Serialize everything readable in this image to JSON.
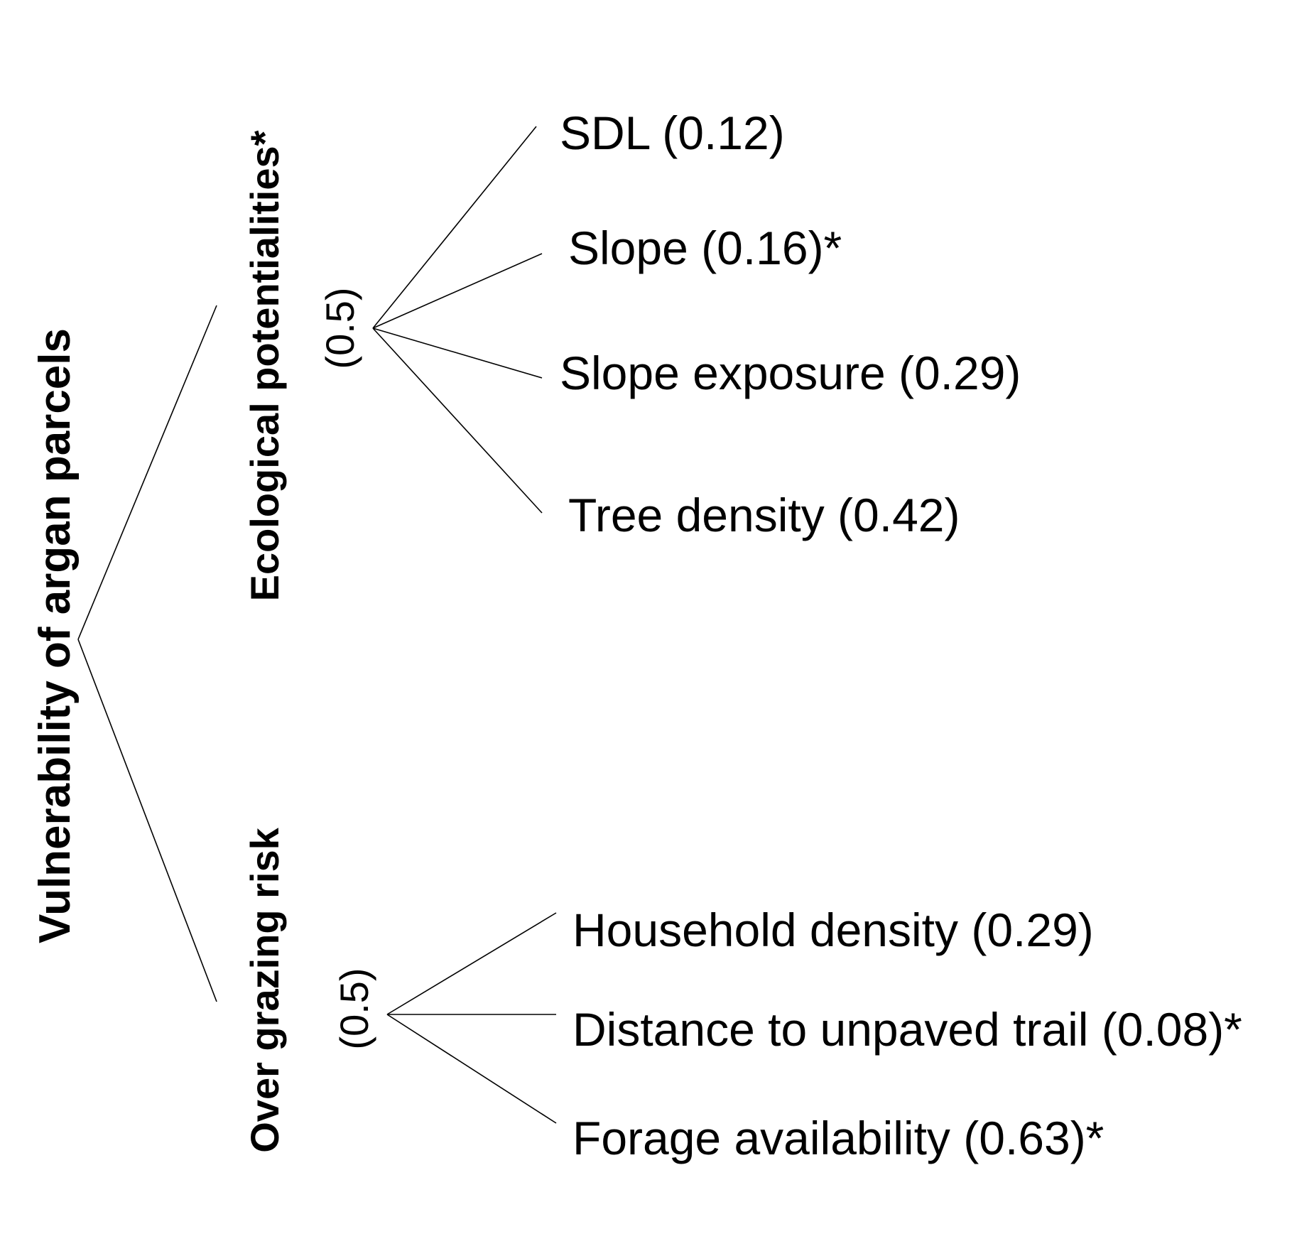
{
  "tree": {
    "root": {
      "label": "Vulnerability of argan parcels"
    },
    "branches": [
      {
        "label": "Ecological potentialities*",
        "weight": "(0.5)",
        "children": [
          {
            "label": "SDL (0.12)"
          },
          {
            "label": "Slope (0.16)*"
          },
          {
            "label": "Slope exposure (0.29)"
          },
          {
            "label": "Tree density (0.42)"
          }
        ]
      },
      {
        "label": "Over grazing risk",
        "weight": "(0.5)",
        "children": [
          {
            "label": "Household density (0.29)"
          },
          {
            "label": "Distance to unpaved trail (0.08)*"
          },
          {
            "label": "Forage availability (0.63)*"
          }
        ]
      }
    ]
  }
}
